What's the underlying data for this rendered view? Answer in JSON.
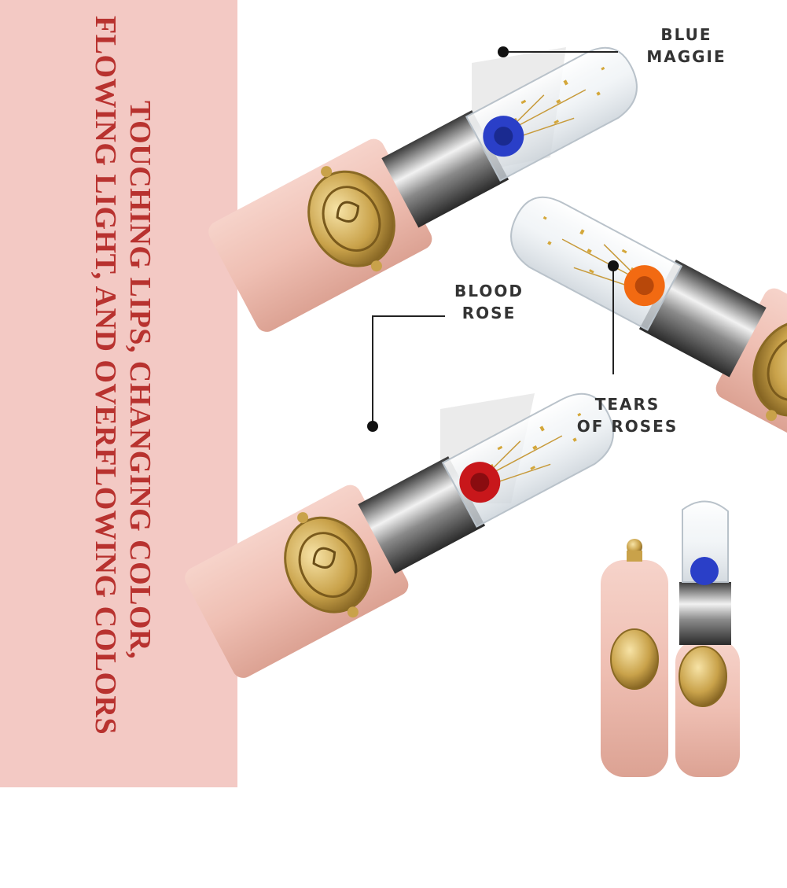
{
  "slogan": {
    "line1": "TOUCHING LIPS, CHANGING COLOR,",
    "line2": "FLOWING LIGHT, AND OVERFLOWING COLORS"
  },
  "labels": {
    "blue": {
      "l1": "BLUE",
      "l2": "MAGGIE"
    },
    "blood": {
      "l1": "BLOOD",
      "l2": "ROSE"
    },
    "tears": {
      "l1": "TEARS",
      "l2": "OF ROSES"
    }
  },
  "colors": {
    "panel": "#f3c9c4",
    "slogan": "#b8322f",
    "case": "#f1c2b8",
    "gold": "#c9a24a",
    "blue_flower": "#2a3fc8",
    "red_flower": "#c8171b",
    "orange_flower": "#f26a12"
  }
}
